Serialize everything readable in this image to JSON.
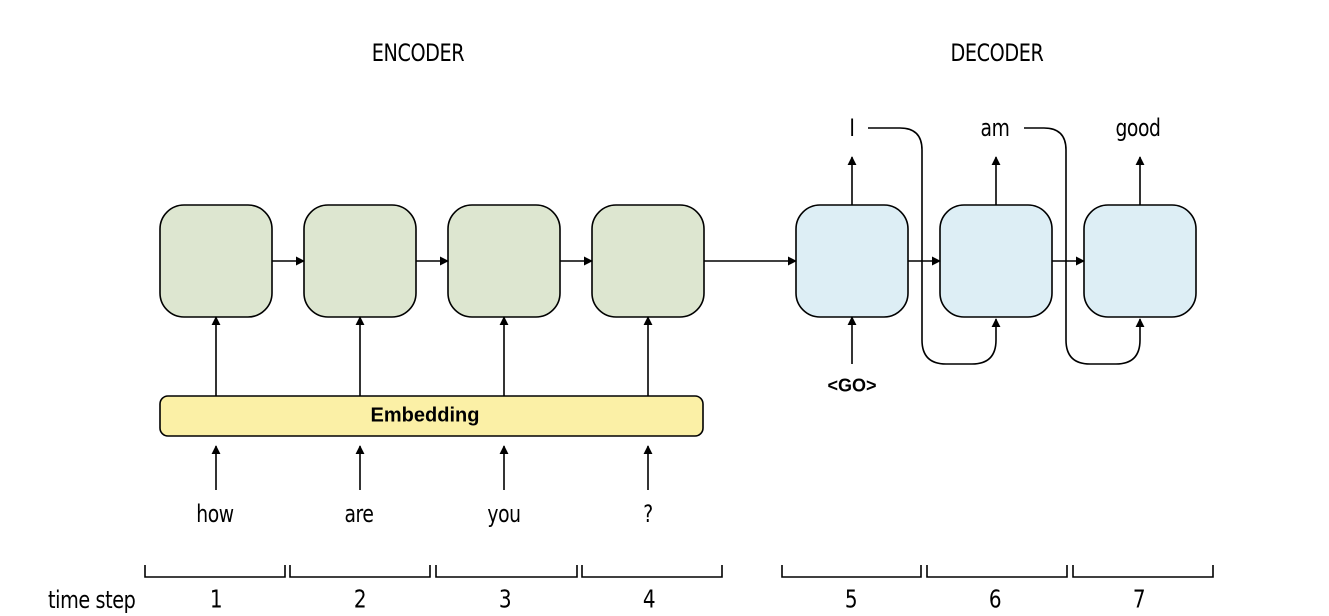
{
  "encoder_title": "ENCODER",
  "decoder_title": "DECODER",
  "embedding_label": "Embedding",
  "inputs": [
    "how",
    "are",
    "you",
    "?"
  ],
  "go_token": "<GO>",
  "outputs": [
    "I",
    "am",
    "good"
  ],
  "time_step_label": "time step",
  "time_steps": [
    "1",
    "2",
    "3",
    "4",
    "5",
    "6",
    "7"
  ],
  "colors": {
    "encoder_cell": "#dde6d0",
    "decoder_cell": "#ddeef5",
    "embedding": "#fbf0a6",
    "stroke": "#000000"
  }
}
